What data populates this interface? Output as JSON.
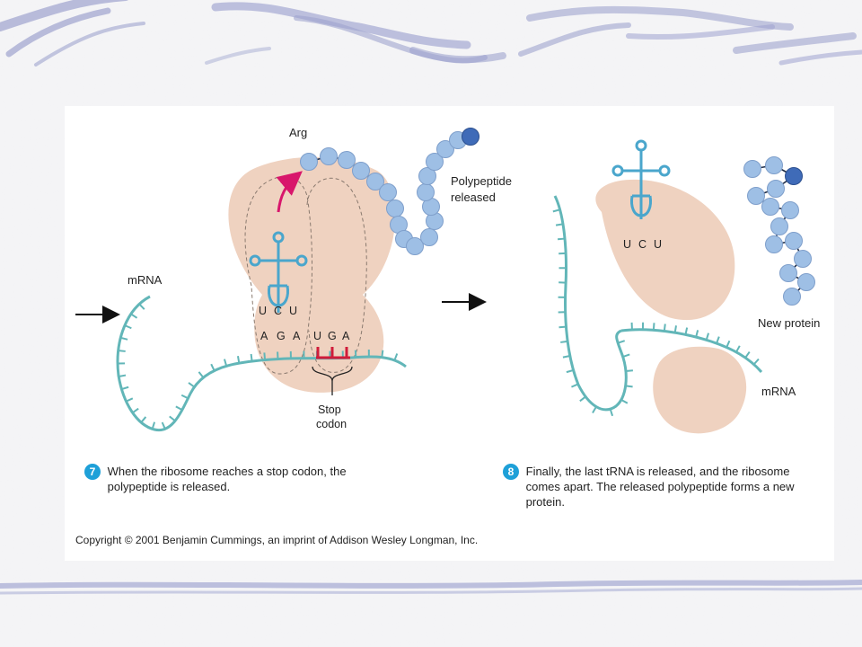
{
  "colors": {
    "ribosome": "#efd2c0",
    "strand": "#62b6b8",
    "trna": "#4aa6cc",
    "bead": "#9ebfe5",
    "bead_dark": "#3f6bb8",
    "stop": "#d01c3a",
    "arrow": "#d8166b",
    "badge": "#1ea0d8"
  },
  "panel7": {
    "mrna_label": "mRNA",
    "arg_label": "Arg",
    "polypeptide_label_1": "Polypeptide",
    "polypeptide_label_2": "released",
    "anticodon": [
      "U",
      "C",
      "U"
    ],
    "codon_in_site": [
      "A",
      "G",
      "A"
    ],
    "stop_codon": [
      "U",
      "G",
      "A"
    ],
    "stop_label_1": "Stop",
    "stop_label_2": "codon",
    "step_number": "7",
    "caption_line1": "When the ribosome reaches a stop codon, the",
    "caption_line2": "polypeptide is released."
  },
  "panel8": {
    "anticodon": [
      "U",
      "C",
      "U"
    ],
    "new_protein_label": "New protein",
    "mrna_label": "mRNA",
    "step_number": "8",
    "caption_line1": "Finally, the last tRNA is released, and the ribosome",
    "caption_line2": "comes apart. The released polypeptide forms a new",
    "caption_line3": "protein."
  },
  "copyright": "Copyright © 2001 Benjamin Cummings, an imprint of Addison Wesley Longman, Inc."
}
